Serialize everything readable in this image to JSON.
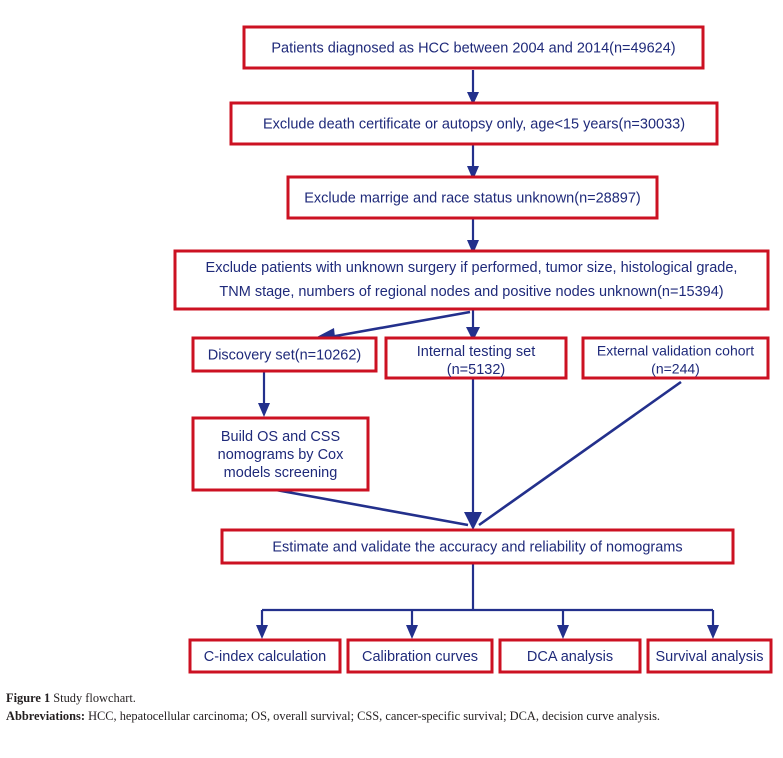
{
  "figure": {
    "colors": {
      "box_border": "#cc1122",
      "box_fill": "#ffffff",
      "text": "#1f2a7a",
      "connector": "#23308c",
      "caption_text": "#231f20",
      "page_background": "#ffffff"
    },
    "nodes": {
      "cohort_initial": "Patients diagnosed as HCC  between 2004 and 2014(n=49624)",
      "exclude_death_cert": "Exclude death certificate or autopsy only, age<15 years(n=30033)",
      "exclude_marriage_race": "Exclude marrige and race status unknown(n=28897)",
      "exclude_unknown_line1": "Exclude patients with unknown surgery if performed, tumor size, histological grade,",
      "exclude_unknown_line2": "TNM stage, numbers of regional nodes and positive nodes unknown(n=15394)",
      "discovery_set": "Discovery set(n=10262)",
      "internal_testing_line1": "Internal testing set",
      "internal_testing_line2": "(n=5132)",
      "external_validation_line1": "External validation cohort",
      "external_validation_line2": "(n=244)",
      "build_nomograms_line1": "Build OS and CSS",
      "build_nomograms_line2": "nomograms by Cox",
      "build_nomograms_line3": "models screening",
      "estimate_validate": "Estimate and validate the accuracy and reliability of nomograms",
      "c_index": "C-index calculation",
      "calibration": "Calibration curves",
      "dca": "DCA analysis",
      "survival": "Survival analysis"
    },
    "caption": {
      "figure_label": "Figure 1",
      "figure_title": "Study flowchart.",
      "abbreviations_label": "Abbreviations:",
      "abbreviations_text": "HCC, hepatocellular carcinoma; OS, overall survival; CSS, cancer-specific survival; DCA, decision curve analysis."
    }
  },
  "chart_data": {
    "type": "diagram",
    "title": "Study flowchart",
    "diagram_kind": "flowchart",
    "levels": [
      {
        "level": 1,
        "nodes": [
          {
            "id": "cohort_initial",
            "label": "Patients diagnosed as HCC  between 2004 and 2014(n=49624)",
            "n": 49624
          }
        ]
      },
      {
        "level": 2,
        "nodes": [
          {
            "id": "exclude_death_cert",
            "label": "Exclude death certificate or autopsy only, age<15 years(n=30033)",
            "n": 30033
          }
        ]
      },
      {
        "level": 3,
        "nodes": [
          {
            "id": "exclude_marriage_race",
            "label": "Exclude marrige and race status unknown(n=28897)",
            "n": 28897
          }
        ]
      },
      {
        "level": 4,
        "nodes": [
          {
            "id": "exclude_unknown",
            "label": "Exclude patients with unknown surgery if performed, tumor size, histological grade, TNM stage, numbers of regional nodes and positive nodes unknown(n=15394)",
            "n": 15394
          }
        ]
      },
      {
        "level": 5,
        "nodes": [
          {
            "id": "discovery_set",
            "label": "Discovery set(n=10262)",
            "n": 10262
          },
          {
            "id": "internal_testing",
            "label": "Internal testing set (n=5132)",
            "n": 5132
          },
          {
            "id": "external_validation",
            "label": "External validation cohort (n=244)",
            "n": 244
          }
        ]
      },
      {
        "level": 6,
        "nodes": [
          {
            "id": "build_nomograms",
            "label": "Build OS and CSS nomograms by Cox models screening"
          }
        ]
      },
      {
        "level": 7,
        "nodes": [
          {
            "id": "estimate_validate",
            "label": "Estimate and validate the accuracy and reliability of nomograms"
          }
        ]
      },
      {
        "level": 8,
        "nodes": [
          {
            "id": "c_index",
            "label": "C-index calculation"
          },
          {
            "id": "calibration",
            "label": "Calibration curves"
          },
          {
            "id": "dca",
            "label": "DCA analysis"
          },
          {
            "id": "survival",
            "label": "Survival analysis"
          }
        ]
      }
    ],
    "edges": [
      {
        "from": "cohort_initial",
        "to": "exclude_death_cert"
      },
      {
        "from": "exclude_death_cert",
        "to": "exclude_marriage_race"
      },
      {
        "from": "exclude_marriage_race",
        "to": "exclude_unknown"
      },
      {
        "from": "exclude_unknown",
        "to": "discovery_set"
      },
      {
        "from": "exclude_unknown",
        "to": "internal_testing"
      },
      {
        "from": "discovery_set",
        "to": "build_nomograms"
      },
      {
        "from": "build_nomograms",
        "to": "estimate_validate"
      },
      {
        "from": "internal_testing",
        "to": "estimate_validate"
      },
      {
        "from": "external_validation",
        "to": "estimate_validate"
      },
      {
        "from": "estimate_validate",
        "to": "c_index"
      },
      {
        "from": "estimate_validate",
        "to": "calibration"
      },
      {
        "from": "estimate_validate",
        "to": "dca"
      },
      {
        "from": "estimate_validate",
        "to": "survival"
      }
    ]
  }
}
